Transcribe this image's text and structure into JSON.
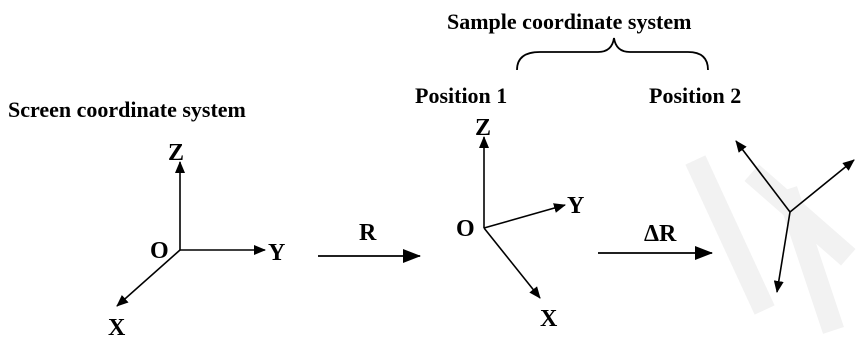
{
  "titles": {
    "sample": "Sample coordinate system",
    "screen": "Screen coordinate system",
    "position1": "Position 1",
    "position2": "Position 2"
  },
  "screen_axes": {
    "z": "Z",
    "origin": "O",
    "y": "Y",
    "x": "X"
  },
  "pos1_axes": {
    "z": "Z",
    "origin": "O",
    "y": "Y",
    "x": "X"
  },
  "transforms": {
    "r": "R",
    "delta_r": "ΔR"
  },
  "colors": {
    "ink": "#000000",
    "watermark": "#f2f2f2"
  }
}
